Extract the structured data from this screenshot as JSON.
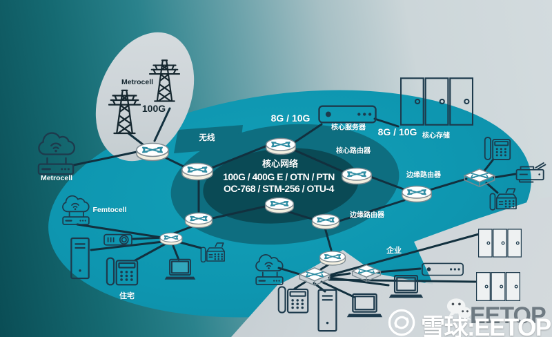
{
  "labels": {
    "metrocell_zone": "Metrocell",
    "metrocell_zone_speed": "100G",
    "metrocell_access": "Metrocell",
    "femtocell_access": "Femtocell",
    "wireless": "无线",
    "server_speed": "8G / 10G",
    "core_server": "核心服务器",
    "storage_speed": "8G / 10G",
    "core_storage": "核心存储",
    "core_router": "核心路由器",
    "core_network": "核心网络",
    "core_tech_line1": "100G / 400G E / OTN / PTN",
    "core_tech_line2": "OC-768 / STM-256 / OTU-4",
    "edge_router_upper": "边缘路由器",
    "edge_router_lower": "边缘路由器",
    "enterprise": "企业",
    "residential": "住宅"
  },
  "watermark": {
    "text": "雪球:EETOP",
    "ghost": "EETOP"
  },
  "colors": {
    "background_dark_teal": "#0a4d55",
    "background_light_gray": "#d3dbde",
    "metro_ellipse_teal": "#0e96b0",
    "aggregation_ring_teal": "#0e6e80",
    "core_ellipse_teal": "#0a4a55",
    "metrocell_zone_gray": "#ccd3d7",
    "enterprise_platform_gray": "#bcc6cb",
    "connection_line": "#12303e",
    "icon_stroke": "#1d3a4c",
    "label_text": "#ffffff"
  },
  "icons": {
    "cell-tower-icon": "lattice transmission tower",
    "cloud-wifi-icon": "cloud with wireless signal",
    "modem-icon": "modem with antennas",
    "router-icon": "cylindrical network router",
    "switch-icon": "flat network switch",
    "server-icon": "rack server",
    "storage-icon": "storage cabinets",
    "desk-phone-icon": "desk telephone",
    "fax-icon": "fax machine",
    "printer-icon": "printer",
    "laptop-icon": "laptop computer",
    "tower-pc-icon": "desktop tower PC",
    "projector-icon": "projector",
    "snowball-logo-icon": "xueqiu snowball logo",
    "wechat-icon": "wechat chat bubbles"
  }
}
